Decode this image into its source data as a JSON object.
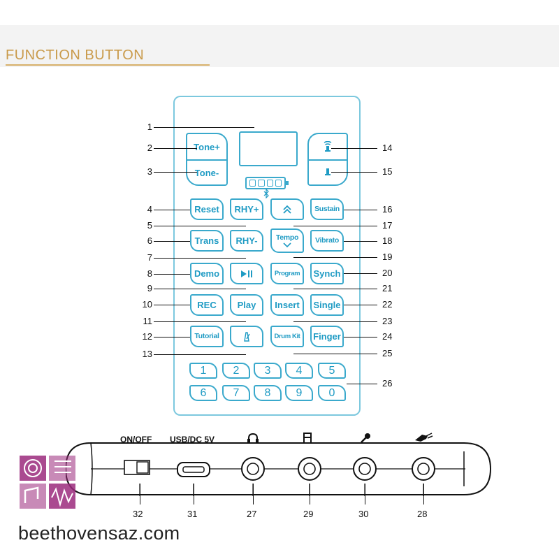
{
  "title": "FUNCTION BUTTON",
  "panel": {
    "tone_plus": "Tone+",
    "tone_minus": "Tone-",
    "volume_up_icon": "volume-up-icon",
    "volume_down_icon": "volume-down-icon",
    "buttons": {
      "reset": "Reset",
      "rhy_plus": "RHY+",
      "up_arrow_icon": "double-chevron-up-icon",
      "sustain": "Sustain",
      "trans": "Trans",
      "rhy_minus": "RHY-",
      "tempo": "Tempo",
      "vibrato": "Vibrato",
      "demo": "Demo",
      "play_pause_icon": "play-pause-icon",
      "program": "Program",
      "synch": "Synch",
      "rec": "REC",
      "play": "Play",
      "insert": "Insert",
      "single": "Single",
      "tutorial": "Tutorial",
      "metronome_icon": "metronome-icon",
      "drum_kit": "Drum Kit",
      "finger": "Finger"
    },
    "number_keys": [
      "1",
      "2",
      "3",
      "4",
      "5",
      "6",
      "7",
      "8",
      "9",
      "0"
    ],
    "callouts_left": [
      "1",
      "2",
      "3",
      "4",
      "5",
      "6",
      "7",
      "8",
      "9",
      "10",
      "11",
      "12",
      "13"
    ],
    "callouts_right": [
      "14",
      "15",
      "16",
      "17",
      "18",
      "19",
      "20",
      "21",
      "22",
      "23",
      "24",
      "25",
      "26"
    ]
  },
  "device": {
    "port_labels": [
      "ON/OFF",
      "USB/DC 5V"
    ],
    "port_icons": [
      "headphone-icon",
      "sustain-pedal-icon",
      "microphone-icon",
      "power-plug-icon"
    ],
    "port_numbers": [
      "32",
      "31",
      "27",
      "29",
      "30",
      "28"
    ]
  },
  "brand": "beethovensaz.com",
  "colors": {
    "accent": "#3aa9cc",
    "title": "#c99a4a",
    "logo": "#9b2a7c"
  }
}
